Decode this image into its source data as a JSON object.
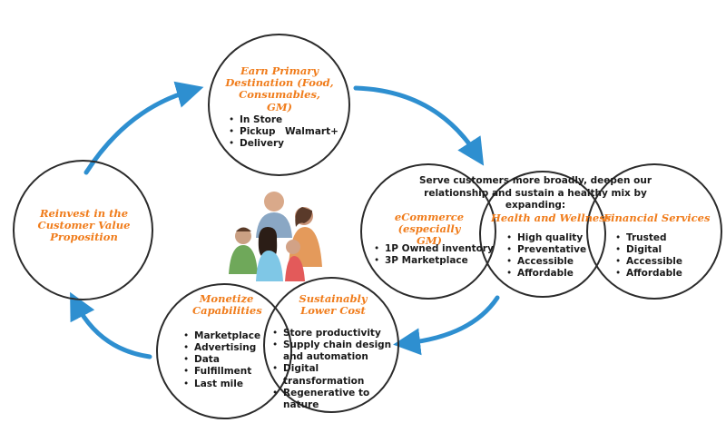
{
  "top": {
    "title": "Earn Primary Destination (Food, Consumables, GM)",
    "items": [
      "In Store",
      "Pickup",
      "Delivery"
    ],
    "side_label": "Walmart+"
  },
  "left": {
    "title": "Reinvest in the Customer Value Proposition"
  },
  "expand": {
    "intro": "Serve customers more broadly, deepen our relationship and sustain a healthy mix by expanding:",
    "ecommerce": {
      "title": "eCommerce (especially GM)",
      "items": [
        "1P Owned inventory",
        "3P Marketplace"
      ]
    },
    "health": {
      "title": "Health and Wellness",
      "items": [
        "High quality",
        "Preventative",
        "Accessible",
        "Affordable"
      ]
    },
    "financial": {
      "title": "Financial Services",
      "items": [
        "Trusted",
        "Digital",
        "Accessible",
        "Affordable"
      ]
    }
  },
  "bottom": {
    "monetize": {
      "title": "Monetize Capabilities",
      "items": [
        "Marketplace",
        "Advertising",
        "Data",
        "Fulfillment",
        "Last mile"
      ]
    },
    "cost": {
      "title": "Sustainably Lower Cost",
      "items": [
        "Store productivity",
        "Supply chain design and automation",
        "Digital transformation",
        "Regenerative to nature"
      ]
    }
  },
  "colors": {
    "accent": "#f07c1b",
    "arrow": "#2e8fd0",
    "outline": "#2b2b2b"
  }
}
